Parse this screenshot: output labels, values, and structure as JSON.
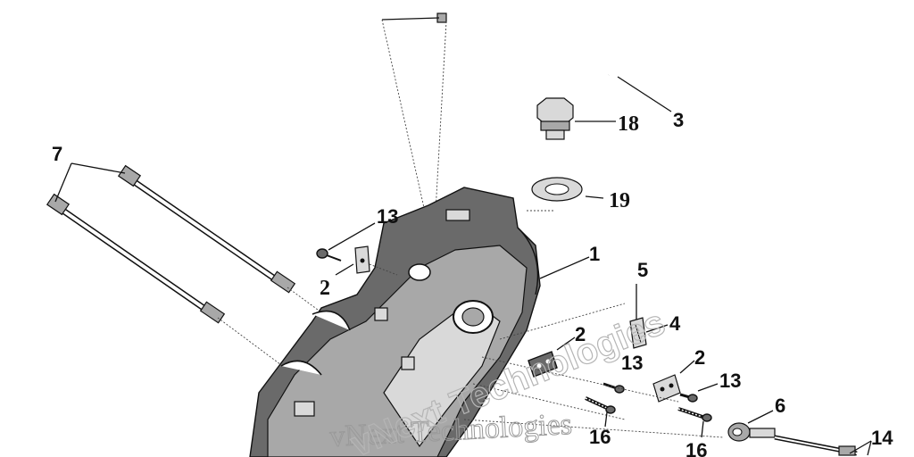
{
  "callouts": {
    "c1": "1",
    "c2a": "2",
    "c2b": "2",
    "c2c": "2",
    "c3": "3",
    "c4": "4",
    "c5": "5",
    "c6": "6",
    "c7": "7",
    "c13a": "13",
    "c13b": "13",
    "c13c": "13",
    "c14": "14",
    "c16a": "16",
    "c16b": "16",
    "c18": "18",
    "c19": "19"
  },
  "watermark": {
    "line1": "vNext Technologies",
    "line2": "vNext Technologies"
  }
}
